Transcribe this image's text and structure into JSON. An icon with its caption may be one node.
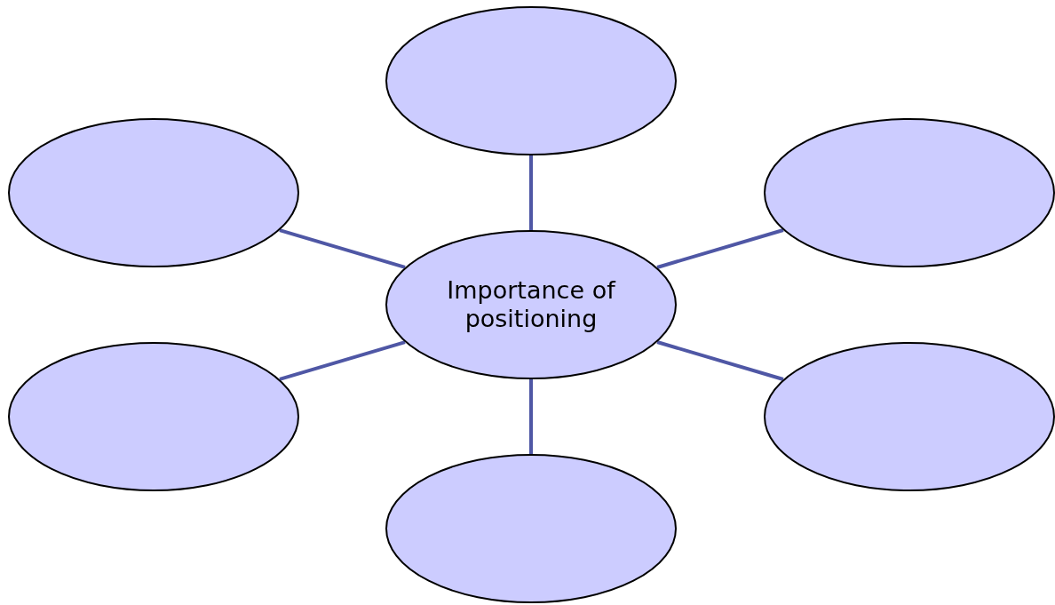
{
  "diagram": {
    "nodes": [
      {
        "text": [],
        "shape": "ellipse"
      },
      {
        "text": [],
        "shape": "ellipse"
      },
      {
        "text": [],
        "shape": "ellipse"
      },
      {
        "text": [
          "Importance of positioning"
        ]
      },
      {
        "text": [],
        "shape": "ellipse"
      },
      {
        "text": [],
        "shape": "ellipse"
      },
      {
        "text": [],
        "shape": "ellipse"
      }
    ],
    "edges": [
      {
        "from": 3,
        "to": 0,
        "arrow": "none"
      },
      {
        "from": 3,
        "to": 1,
        "arrow": "none"
      },
      {
        "from": 3,
        "to": 2,
        "arrow": "none"
      },
      {
        "from": 3,
        "to": 4,
        "arrow": "none"
      },
      {
        "from": 3,
        "to": 5,
        "arrow": "none"
      },
      {
        "from": 3,
        "to": 6,
        "arrow": "none"
      }
    ]
  }
}
